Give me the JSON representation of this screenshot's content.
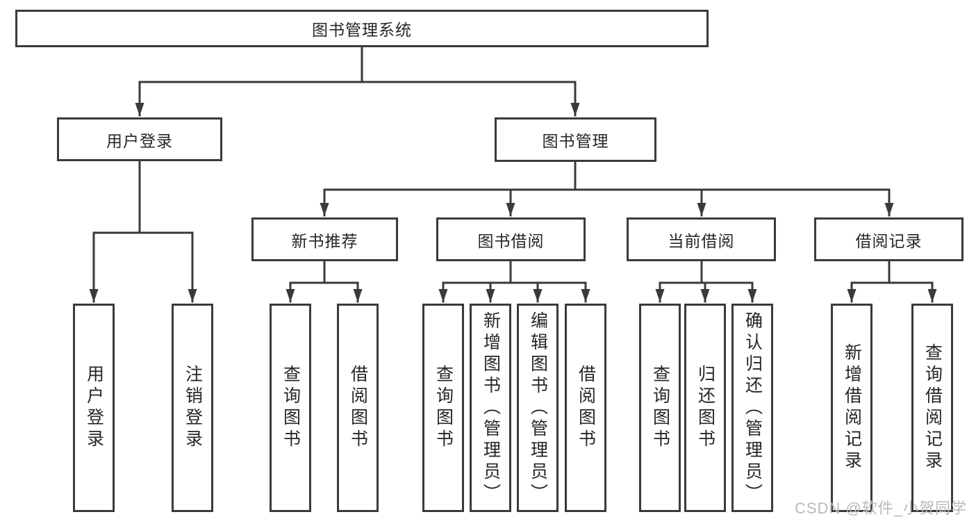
{
  "diagram": {
    "root": "图书管理系统",
    "level2": [
      "用户登录",
      "图书管理"
    ],
    "level3": [
      "新书推荐",
      "图书借阅",
      "当前借阅",
      "借阅记录"
    ],
    "leaves": [
      "用户登录",
      "注销登录",
      "查询图书",
      "借阅图书",
      "查询图书",
      "新增图书（管理员）",
      "编辑图书（管理员）",
      "借阅图书",
      "查询图书",
      "归还图书",
      "确认归还（管理员）",
      "新增借阅记录",
      "查询借阅记录"
    ]
  },
  "watermark": "CSDN @软件_小贺同学",
  "colors": {
    "line": "#3a3a3a",
    "text": "#262626",
    "watermark": "#b9b9b9",
    "background": "#ffffff"
  }
}
